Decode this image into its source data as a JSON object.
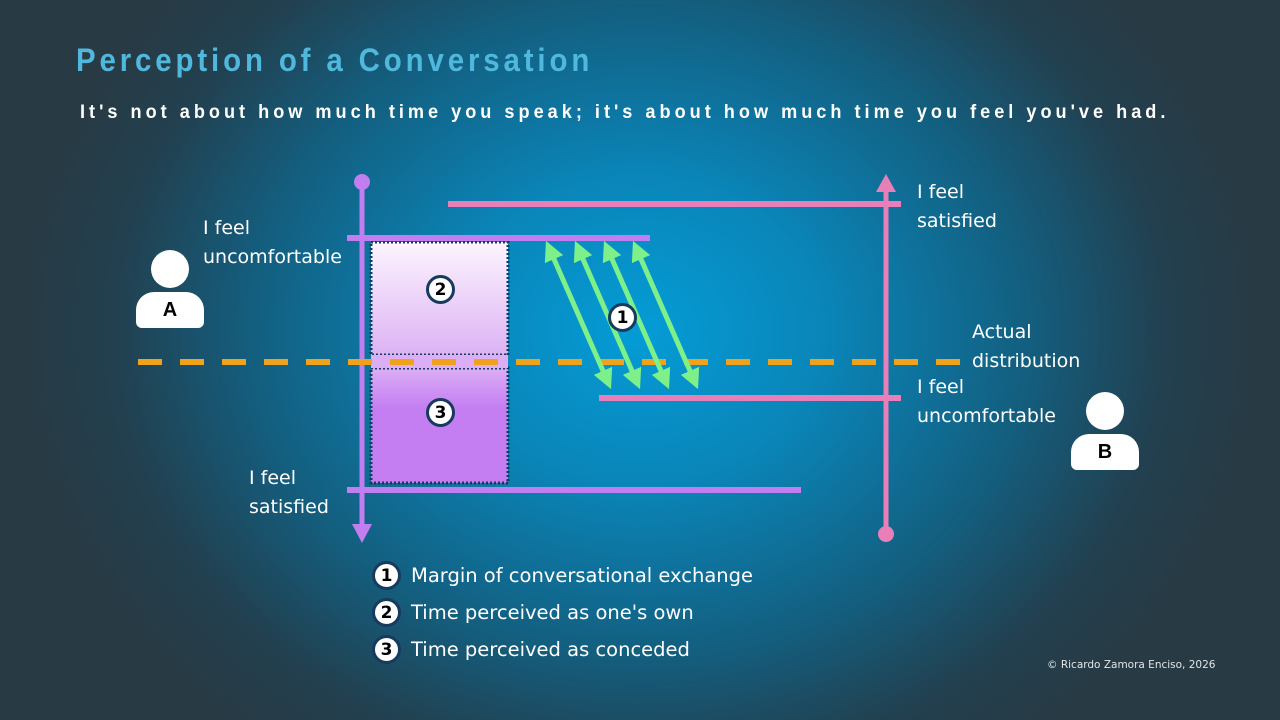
{
  "title": "Perception of a Conversation",
  "subtitle": "It's not about how much time you speak; it's about how much time you feel you've had.",
  "person_a": {
    "label": "A",
    "top_label": "I feel\nuncomfortable",
    "bottom_label": "I feel\nsatisfied"
  },
  "person_b": {
    "label": "B",
    "top_label": "I feel\nsatisfied",
    "bottom_label": "I feel\nuncomfortable"
  },
  "actual_distribution_label": "Actual\ndistribution",
  "markers": {
    "one": "1",
    "two": "2",
    "three": "3"
  },
  "legend": [
    {
      "num": "1",
      "text": "Margin of conversational exchange"
    },
    {
      "num": "2",
      "text": "Time perceived as one's own"
    },
    {
      "num": "3",
      "text": "Time perceived as conceded"
    }
  ],
  "copyright": "© Ricardo Zamora Enciso, 2026",
  "colors": {
    "title": "#4fb8dc",
    "axis_a": "#c17ef0",
    "axis_b": "#e87fb8",
    "arrows": "#7ef08a",
    "actual_line": "#f0a21a",
    "badge_border": "#173a5e"
  }
}
